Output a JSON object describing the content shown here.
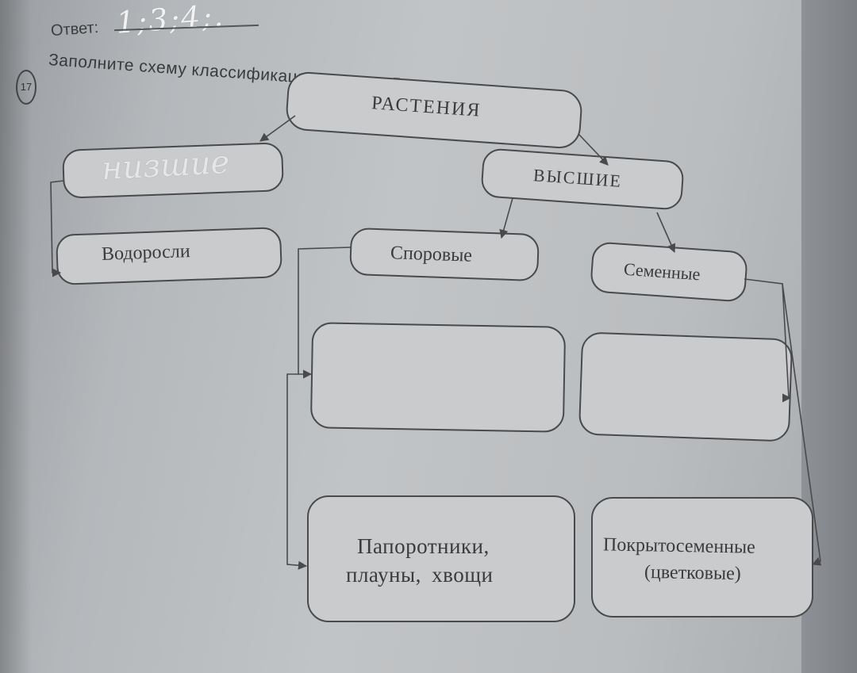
{
  "answer": {
    "label": "Ответ:",
    "value": "1;3;4;."
  },
  "task": {
    "number": "17",
    "text": "Заполните схему классификации царства Растения."
  },
  "diagram": {
    "root": "РАСТЕНИЯ",
    "lower_handwritten": "низшие",
    "higher": "ВЫСШИЕ",
    "algae": "Водоросли",
    "spore": "Споровые",
    "seed": "Семенные",
    "ferns": [
      "Папоротники,",
      "плауны, хвощи"
    ],
    "angiosperms": [
      "Покрытосеменные",
      "(цветковые)"
    ],
    "empty_spore_box": "",
    "empty_seed_box": ""
  }
}
